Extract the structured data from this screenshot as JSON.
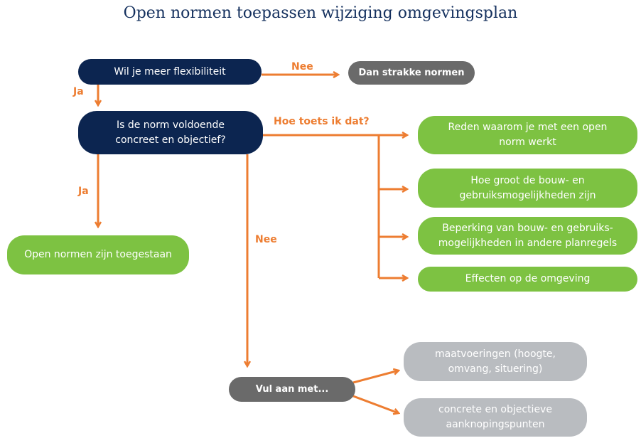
{
  "title": "Open normen toepassen wijziging omgevingsplan",
  "nodes": {
    "q1": "Wil je meer flexibiliteit",
    "strict": "Dan strakke normen",
    "q2": "Is de norm voldoende concreet en objectief?",
    "allowed": "Open normen zijn toegestaan",
    "test1": "Reden waarom je met een open norm werkt",
    "test2": "Hoe groot de bouw- en gebruiksmogelijkheden zijn",
    "test3": "Beperking van bouw- en gebruiks-mogelijkheden in andere planregels",
    "test4": "Effecten op de omgeving",
    "supplement": "Vul aan met...",
    "sup1": "maatvoeringen (hoogte, omvang, situering)",
    "sup2": "concrete en objectieve aanknopingspunten"
  },
  "labels": {
    "nee1": "Nee",
    "ja1": "Ja",
    "how": "Hoe toets ik dat?",
    "ja2": "Ja",
    "nee2": "Nee"
  },
  "colors": {
    "navy": "#0c2550",
    "orange": "#ed7d31",
    "green": "#7dc242",
    "gray": "#6a6a6a",
    "lightgray": "#b9bcc0"
  }
}
